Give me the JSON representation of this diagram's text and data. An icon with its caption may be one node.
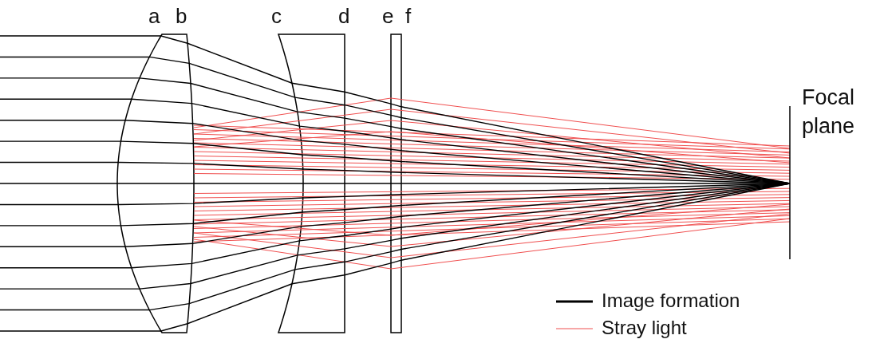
{
  "diagram": {
    "labels": [
      "a",
      "b",
      "c",
      "d",
      "e",
      "f",
      "Focal plane"
    ],
    "legend": [
      {
        "text": "Image formation"
      },
      {
        "text": "Stray light"
      }
    ]
  }
}
